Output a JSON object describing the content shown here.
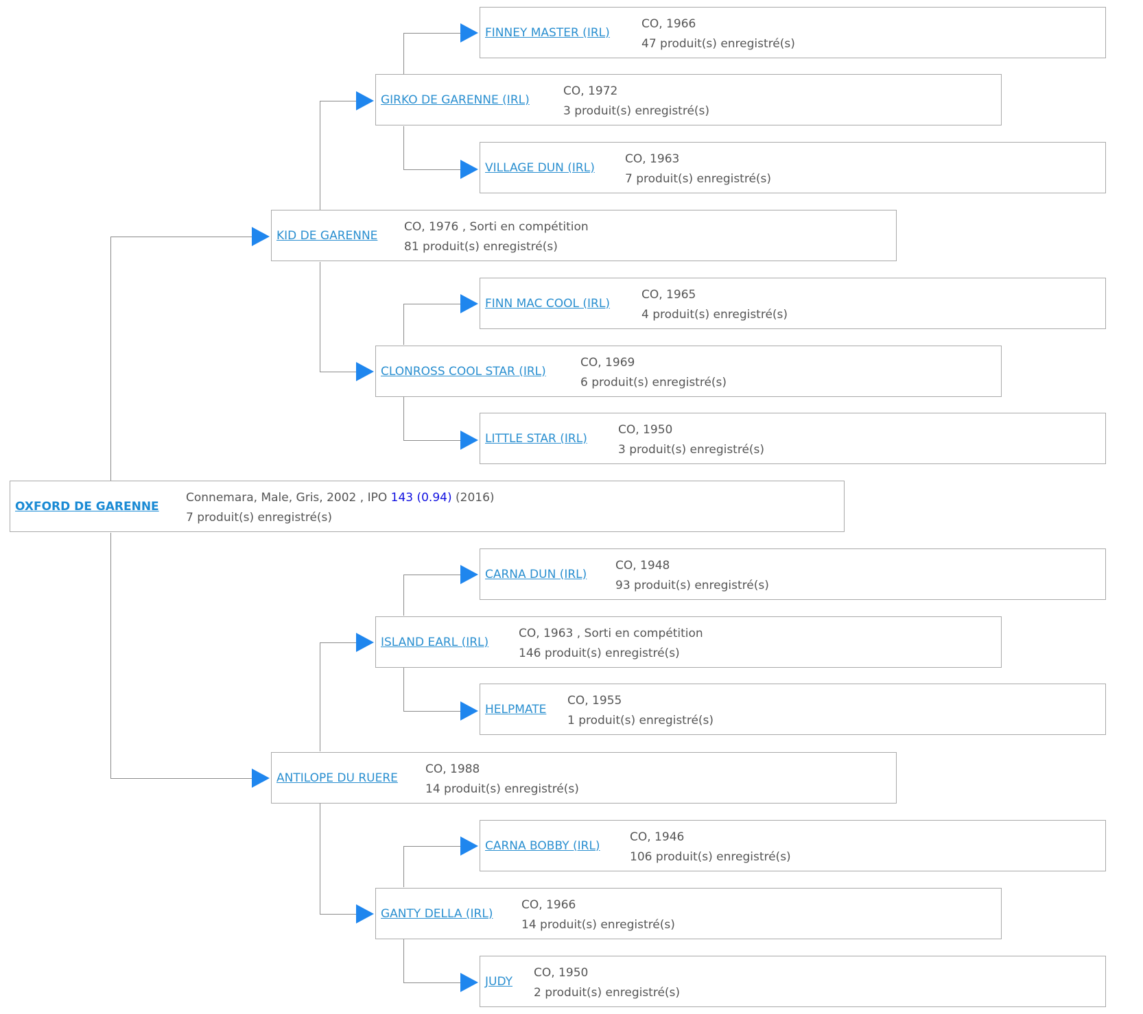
{
  "root": {
    "name": "OXFORD DE GARENNE",
    "details_prefix": "Connemara, Male, Gris, 2002 , IPO ",
    "ipo": "143 (0.94)",
    "ipo_year": " (2016)",
    "produits": "7 produit(s) enregistré(s)"
  },
  "parents": [
    {
      "name": "KID DE GARENNE",
      "details": "CO, 1976 , Sorti en compétition",
      "produits": "81 produit(s) enregistré(s)",
      "parents": [
        {
          "name": "GIRKO DE GARENNE (IRL)",
          "details": "CO, 1972",
          "produits": "3 produit(s) enregistré(s)",
          "parents": [
            {
              "name": "FINNEY MASTER (IRL)",
              "details": "CO, 1966",
              "produits": "47 produit(s) enregistré(s)"
            },
            {
              "name": "VILLAGE DUN (IRL)",
              "details": "CO, 1963",
              "produits": "7 produit(s) enregistré(s)"
            }
          ]
        },
        {
          "name": "CLONROSS COOL STAR (IRL)",
          "details": "CO, 1969",
          "produits": "6 produit(s) enregistré(s)",
          "parents": [
            {
              "name": "FINN MAC COOL (IRL)",
              "details": "CO, 1965",
              "produits": "4 produit(s) enregistré(s)"
            },
            {
              "name": "LITTLE STAR (IRL)",
              "details": "CO, 1950",
              "produits": "3 produit(s) enregistré(s)"
            }
          ]
        }
      ]
    },
    {
      "name": "ANTILOPE DU RUERE",
      "details": "CO, 1988",
      "produits": "14 produit(s) enregistré(s)",
      "parents": [
        {
          "name": "ISLAND EARL (IRL)",
          "details": "CO, 1963 , Sorti en compétition",
          "produits": "146 produit(s) enregistré(s)",
          "parents": [
            {
              "name": "CARNA DUN (IRL)",
              "details": "CO, 1948",
              "produits": "93 produit(s) enregistré(s)"
            },
            {
              "name": "HELPMATE",
              "details": "CO, 1955",
              "produits": "1 produit(s) enregistré(s)"
            }
          ]
        },
        {
          "name": "GANTY DELLA (IRL)",
          "details": "CO, 1966",
          "produits": "14 produit(s) enregistré(s)",
          "parents": [
            {
              "name": "CARNA BOBBY (IRL)",
              "details": "CO, 1946",
              "produits": "106 produit(s) enregistré(s)"
            },
            {
              "name": "JUDY",
              "details": "CO, 1950",
              "produits": "2 produit(s) enregistré(s)"
            }
          ]
        }
      ]
    }
  ],
  "colors": {
    "link": "#2a8fd0",
    "arrow": "#1f86ee",
    "ipo_highlight": "#1010e0",
    "text": "#555555",
    "border": "#a8a8a8"
  }
}
